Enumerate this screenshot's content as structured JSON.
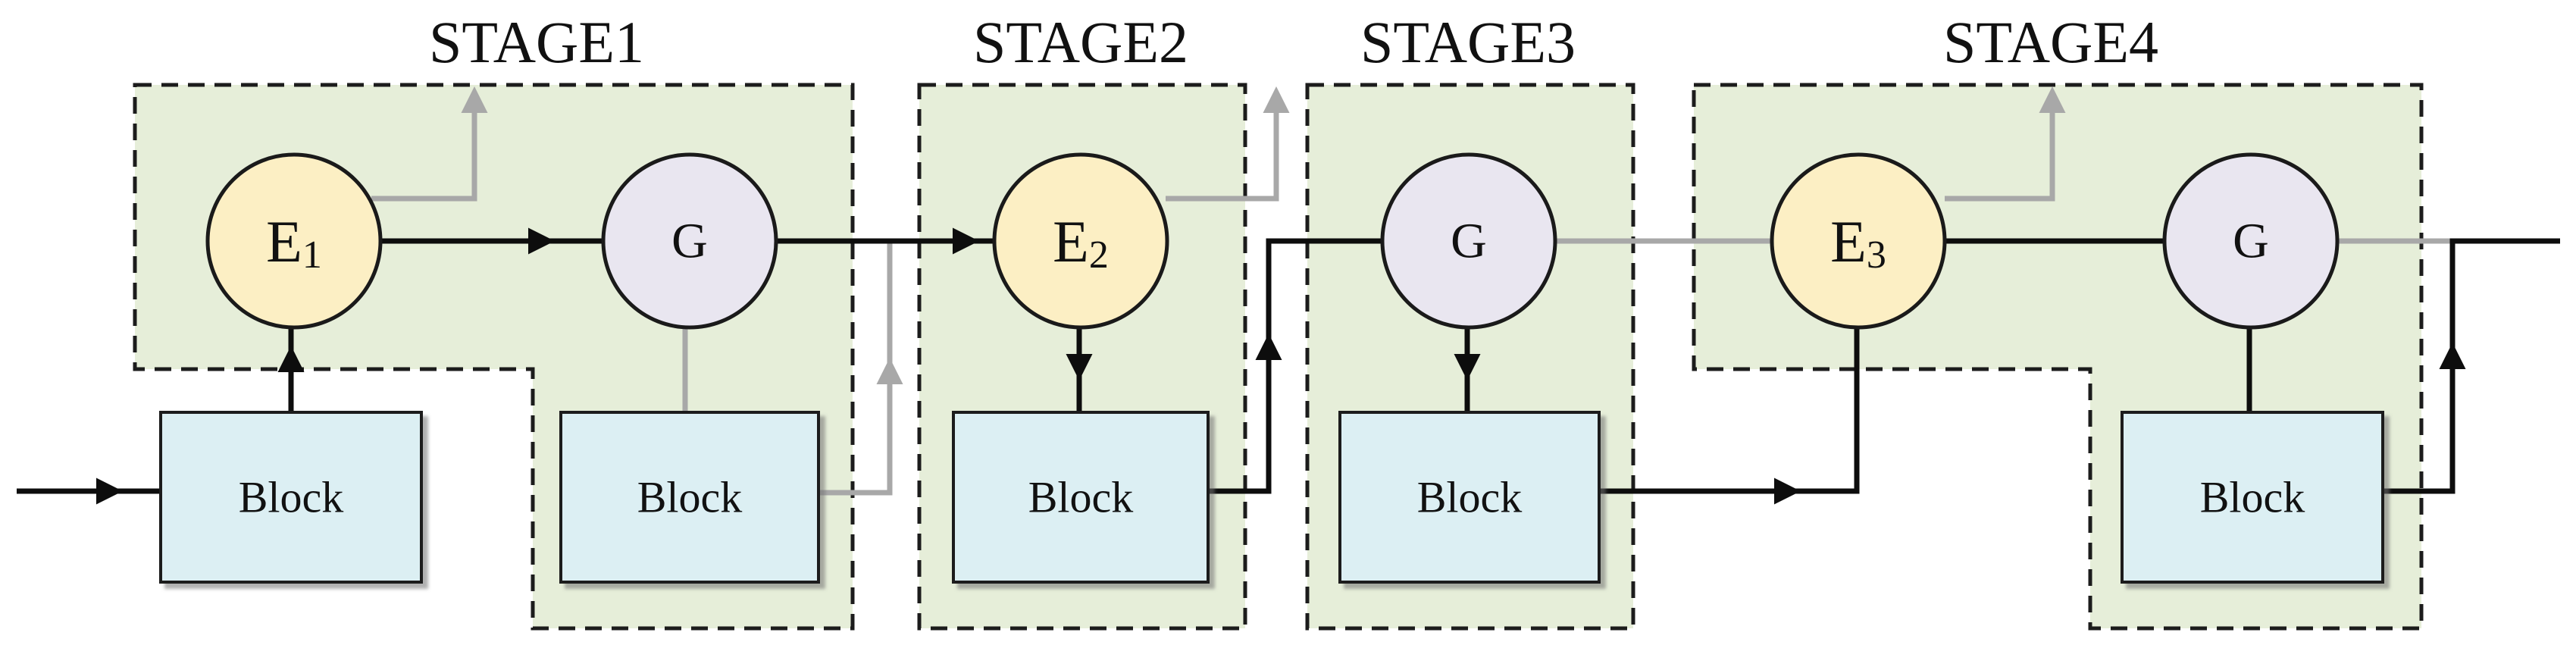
{
  "stages": [
    {
      "id": "stage1",
      "title": "STAGE1"
    },
    {
      "id": "stage2",
      "title": "STAGE2"
    },
    {
      "id": "stage3",
      "title": "STAGE3"
    },
    {
      "id": "stage4",
      "title": "STAGE4"
    }
  ],
  "blocks": [
    {
      "id": "block-1",
      "label": "Block"
    },
    {
      "id": "block-2",
      "label": "Block"
    },
    {
      "id": "block-3",
      "label": "Block"
    },
    {
      "id": "block-4",
      "label": "Block"
    },
    {
      "id": "block-5",
      "label": "Block"
    }
  ],
  "nodes": {
    "e1": {
      "base": "E",
      "sub": "1"
    },
    "e2": {
      "base": "E",
      "sub": "2"
    },
    "e3": {
      "base": "E",
      "sub": "3"
    },
    "g1": {
      "label": "G"
    },
    "g2": {
      "label": "G"
    },
    "g3": {
      "label": "G"
    }
  },
  "colors": {
    "stage_fill": "#e6eed9",
    "block_fill": "#dceff3",
    "encoder_fill": "#fcefc4",
    "g_fill": "#e9e6f0",
    "main_line": "#0d0d0d",
    "side_line": "#a8a8a8"
  }
}
